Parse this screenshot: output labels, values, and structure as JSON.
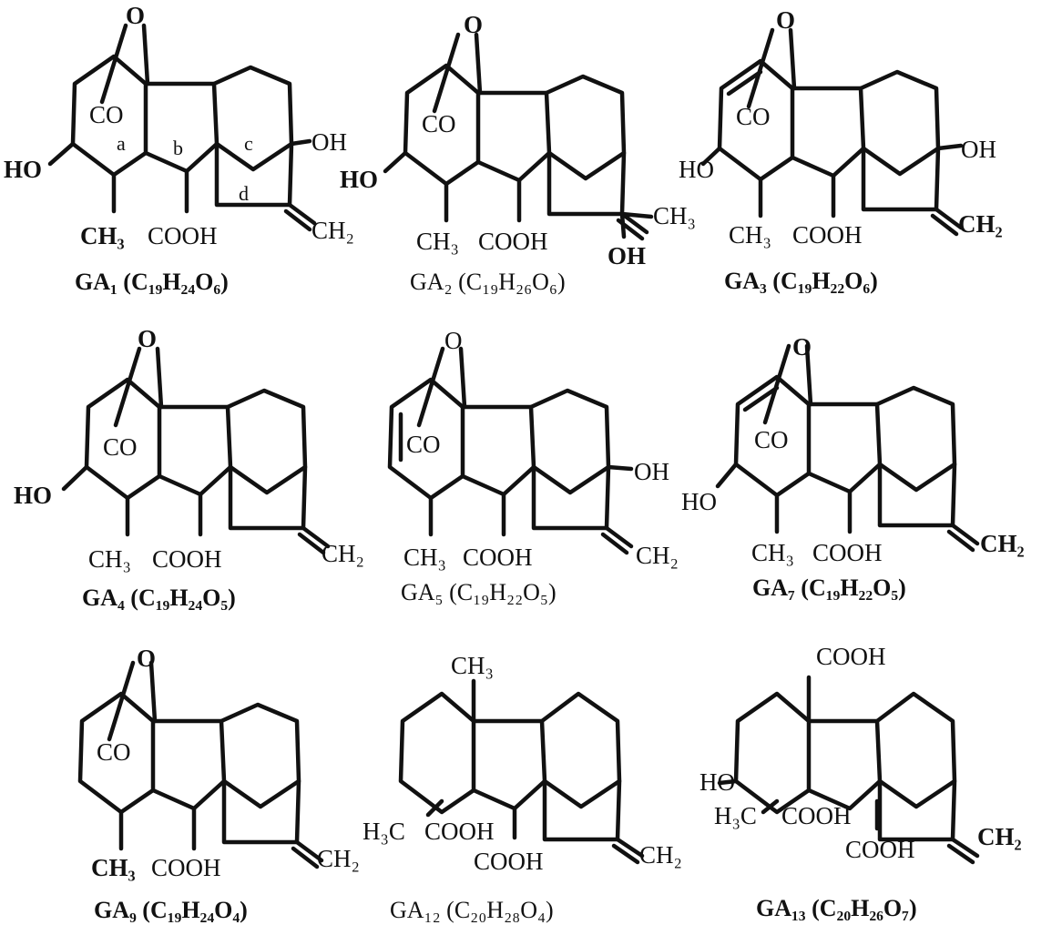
{
  "molecules": [
    {
      "caption": "GA₁ (C₁₉H₂₄O₆)",
      "ring_labels": [
        "a",
        "b",
        "c",
        "d"
      ],
      "labels": {
        "bridge_o": "O",
        "lactone": "CO",
        "ring_a_sub": "HO",
        "ring_c_sub": "OH",
        "methyl": "CH₃",
        "acid": "COOH",
        "methylene": "CH₂"
      }
    },
    {
      "caption": "GA₂ (C₁₉H₂₆O₆)",
      "labels": {
        "bridge_o": "O",
        "lactone": "CO",
        "ring_a_sub": "HO",
        "ring_c_sub": "OH",
        "methyl": "CH₃",
        "acid": "COOH",
        "methylene": "CH₃"
      }
    },
    {
      "caption": "GA₃ (C₁₉H₂₂O₆)",
      "labels": {
        "bridge_o": "O",
        "lactone": "CO",
        "ring_a_sub": "HO",
        "ring_c_sub": "OH",
        "methyl": "CH₃",
        "acid": "COOH",
        "methylene": "CH₂"
      }
    },
    {
      "caption": "GA₄ (C₁₉H₂₄O₅)",
      "labels": {
        "bridge_o": "O",
        "lactone": "CO",
        "ring_a_sub": "HO",
        "methyl": "CH₃",
        "acid": "COOH",
        "methylene": "CH₂"
      }
    },
    {
      "caption": "GA₅ (C₁₉H₂₂O₅)",
      "labels": {
        "bridge_o": "O",
        "lactone": "CO",
        "ring_c_sub": "OH",
        "methyl": "CH₃",
        "acid": "COOH",
        "methylene": "CH₂"
      }
    },
    {
      "caption": "GA₇ (C₁₉H₂₂O₅)",
      "labels": {
        "bridge_o": "O",
        "lactone": "CO",
        "ring_a_sub": "HO",
        "methyl": "CH₃",
        "acid": "COOH",
        "methylene": "CH₂"
      }
    },
    {
      "caption": "GA₉ (C₁₉H₂₄O₄)",
      "labels": {
        "bridge_o": "O",
        "lactone": "CO",
        "methyl": "CH₃",
        "acid": "COOH",
        "methylene": "CH₂"
      }
    },
    {
      "caption": "GA₁₂ (C₂₀H₂₈O₄)",
      "labels": {
        "top_methyl": "CH₃",
        "left_methyl": "H₃C",
        "acid_a": "COOH",
        "acid_b": "COOH",
        "methylene": "CH₂"
      }
    },
    {
      "caption": "GA₁₃ (C₂₀H₂₆O₇)",
      "labels": {
        "top_acid": "COOH",
        "ring_a_sub": "HO",
        "left_methyl": "H₃C",
        "acid_a": "COOH",
        "acid_b": "COOH",
        "methylene": "CH₂"
      }
    }
  ]
}
